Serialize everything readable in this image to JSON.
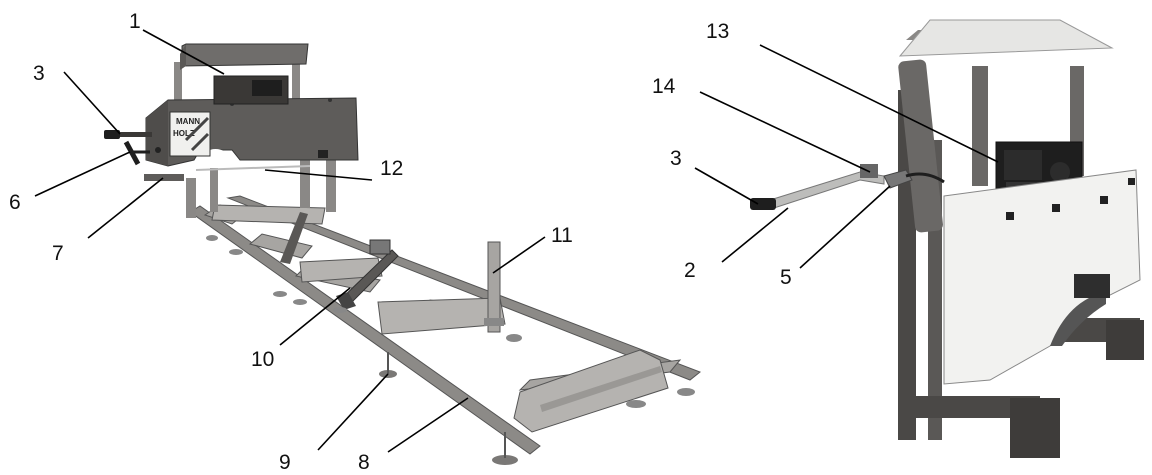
{
  "labels": {
    "l1": "1",
    "l2": "2",
    "l3a": "3",
    "l3b": "3",
    "l5": "5",
    "l6": "6",
    "l7": "7",
    "l8": "8",
    "l9": "9",
    "l10": "10",
    "l11": "11",
    "l12": "12",
    "l13": "13",
    "l14": "14"
  },
  "brand": {
    "line1": "HOLZ",
    "line2": "MANN"
  },
  "colors": {
    "head_body": "#5e5c5a",
    "canopy": "#6f6d6b",
    "rail": "#8c8a87",
    "crossbar": "#a7a5a2",
    "frame_dark": "#4a4846",
    "engine": "#1e1e1e",
    "white_cover": "#f2f2f0",
    "leader": "#000000"
  }
}
